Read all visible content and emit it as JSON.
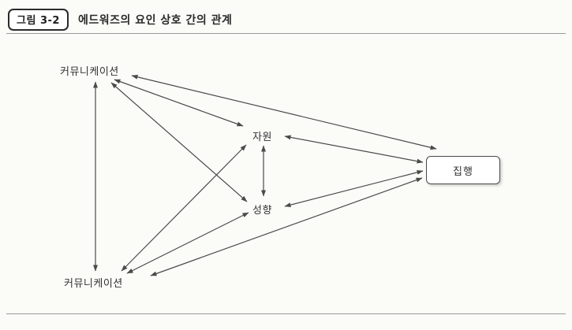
{
  "figure": {
    "badge": "그림 3-2",
    "title": "에드워즈의 요인 상호 간의 관계"
  },
  "nodes": {
    "top_communication": "커뮤니케이션",
    "resources": "자원",
    "disposition": "성향",
    "implementation": "집행",
    "bottom_communication": "커뮤니케이션"
  },
  "colors": {
    "arrow": "#4a4a4a",
    "badge_border": "#2b2b2b",
    "text": "#333333",
    "background": "#fbfbf8"
  }
}
